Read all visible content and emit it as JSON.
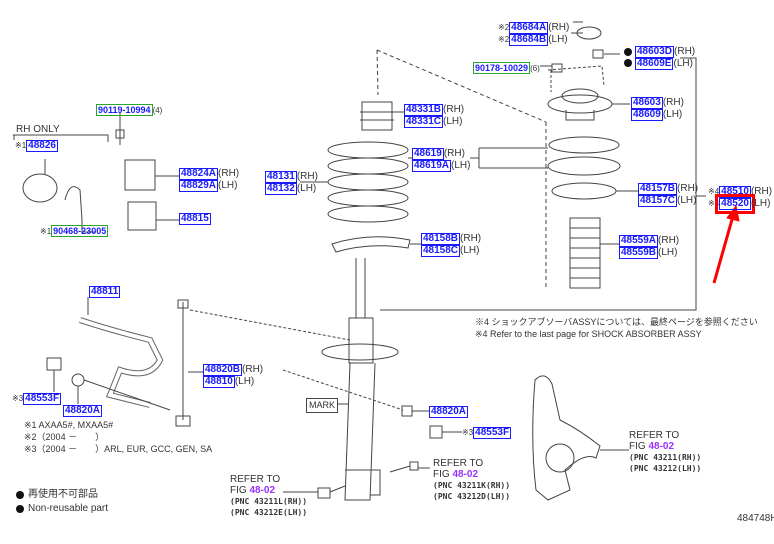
{
  "colors": {
    "part_number": "#1a1aff",
    "standard_part_border": "#2aa52a",
    "figure_link": "#9b30ff",
    "highlight": "#ff0000"
  },
  "labels": {
    "p48684": {
      "mark": "※2",
      "rh": "48684A",
      "lh": "48684B",
      "rh_s": "(RH)",
      "lh_s": "(LH)"
    },
    "p90178": {
      "num": "90178-10029",
      "qty": "(6)"
    },
    "p48603D": {
      "mark": "●",
      "rh": "48603D",
      "lh": "48609E",
      "rh_s": "(RH)",
      "lh_s": "(LH)"
    },
    "p48603": {
      "rh": "48603",
      "lh": "48609",
      "rh_s": "(RH)",
      "lh_s": "(LH)"
    },
    "p48331": {
      "rh": "48331B",
      "lh": "48331C",
      "rh_s": "(RH)",
      "lh_s": "(LH)"
    },
    "p48619": {
      "rh": "48619",
      "lh": "48619A",
      "rh_s": "(RH)",
      "lh_s": "(LH)"
    },
    "p48131": {
      "rh": "48131",
      "lh": "48132",
      "rh_s": "(RH)",
      "lh_s": "(LH)"
    },
    "p48157": {
      "rh": "48157B",
      "lh": "48157C",
      "rh_s": "(RH)",
      "lh_s": "(LH)"
    },
    "p48510": {
      "mark": "※4",
      "rh": "48510",
      "lh": "48520",
      "rh_s": "(RH)",
      "lh_s": "(LH)"
    },
    "p48158": {
      "rh": "48158B",
      "lh": "48158C",
      "rh_s": "(RH)",
      "lh_s": "(LH)"
    },
    "p48559": {
      "rh": "48559A",
      "lh": "48559B",
      "rh_s": "(RH)",
      "lh_s": "(LH)"
    },
    "rh_only": "RH ONLY",
    "p48826": {
      "mark": "※1",
      "num": "48826"
    },
    "p90119": {
      "num": "90119-10994",
      "qty": "(4)"
    },
    "p48824": {
      "rh": "48824A",
      "lh": "48829A",
      "rh_s": "(RH)",
      "lh_s": "(LH)"
    },
    "p48815": "48815",
    "p90468": {
      "mark": "※1",
      "num": "90468-23005"
    },
    "p48811": "48811",
    "p48820B": {
      "rh": "48820B",
      "lh": "48810",
      "rh_s": "(RH)",
      "lh_s": "(LH)"
    },
    "p48553F_left": {
      "mark": "※3",
      "num": "48553F"
    },
    "p48820A_left": "48820A",
    "p48820A_right": "48820A",
    "p48553F_right": {
      "mark": "※3",
      "num": "48553F"
    },
    "mark": "MARK"
  },
  "notes": {
    "jp": "※4 ショックアブソーバASSYについては、最終ページを参照ください",
    "en": "※4 Refer to the last page for SHOCK ABSORBER ASSY"
  },
  "footnotes": [
    "※1 AXAA5#, MXAA5#",
    "※2（2004 －　　）",
    "※3（2004 －　　）ARL, EUR, GCC, GEN, SA"
  ],
  "refs": [
    {
      "refer": "REFER TO",
      "fig": "FIG",
      "figno": "48-02",
      "pnc1": "(PNC 43211K(RH))",
      "pnc2": "(PNC 43212D(LH))"
    },
    {
      "refer": "REFER TO",
      "fig": "FIG",
      "figno": "48-02",
      "pnc1": "(PNC 43211(RH))",
      "pnc2": "(PNC 43212(LH))"
    },
    {
      "refer": "REFER TO",
      "fig": "FIG",
      "figno": "48-02",
      "pnc1": "(PNC 43211L(RH))",
      "pnc2": "(PNC 43212E(LH))"
    }
  ],
  "legend": {
    "jp": "再使用不可部品",
    "en": "Non-reusable part",
    "bullet": "●"
  },
  "diagram_id": "484748H"
}
